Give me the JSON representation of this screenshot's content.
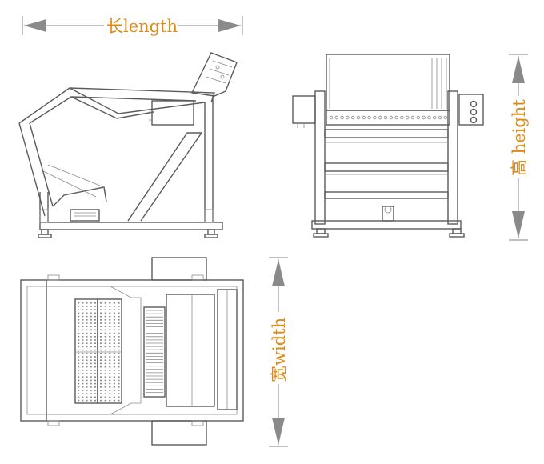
{
  "labels": {
    "length": "长length",
    "height": "高 height",
    "width": "宽width"
  },
  "colors": {
    "label": "#e08a16",
    "line": "#5a5a5a",
    "arrow": "#8a8a8a"
  },
  "views": [
    "side-view",
    "front-view",
    "top-view"
  ]
}
